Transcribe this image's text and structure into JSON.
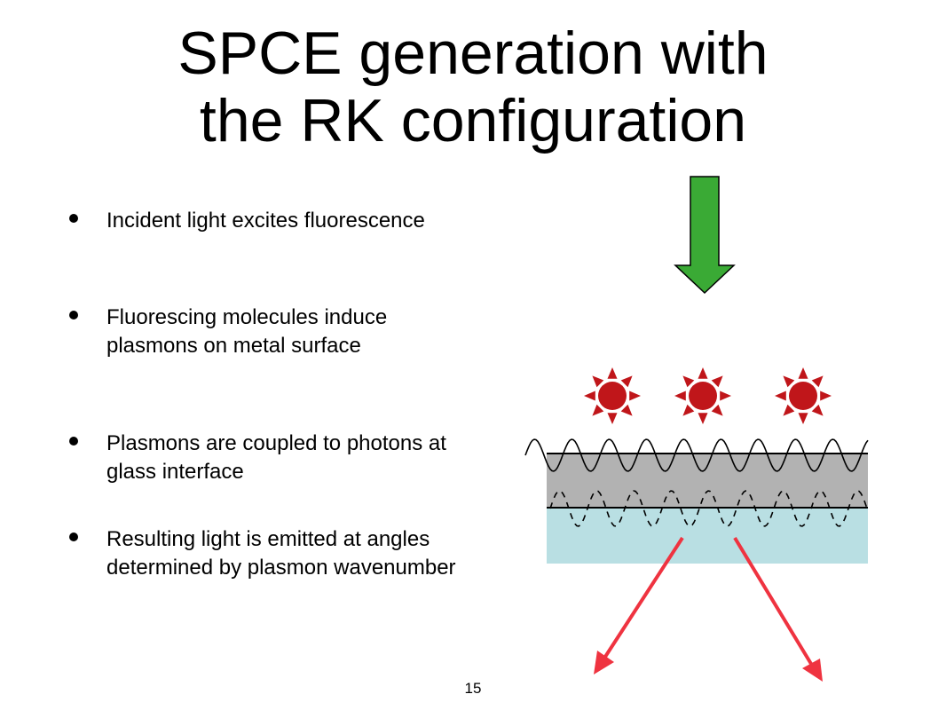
{
  "slide": {
    "title_line1": "SPCE generation with",
    "title_line2": "the RK configuration",
    "page_number": "15"
  },
  "bullets": [
    {
      "text": "Incident light excites fluorescence"
    },
    {
      "text": "Fluorescing molecules induce plasmons on metal surface"
    },
    {
      "text": "Plasmons are coupled to photons at glass interface"
    },
    {
      "text": "Resulting light is emitted at angles determined by plasmon wavenumber"
    }
  ],
  "diagram": {
    "incident_arrow_color": "#3aaa35",
    "fluorophore_color": "#c0161a",
    "fluorophore_count": 3,
    "metal_layer_color": "#b2b2b2",
    "glass_layer_color": "#b9dfe3",
    "emission_arrow_color": "#ef3340"
  }
}
